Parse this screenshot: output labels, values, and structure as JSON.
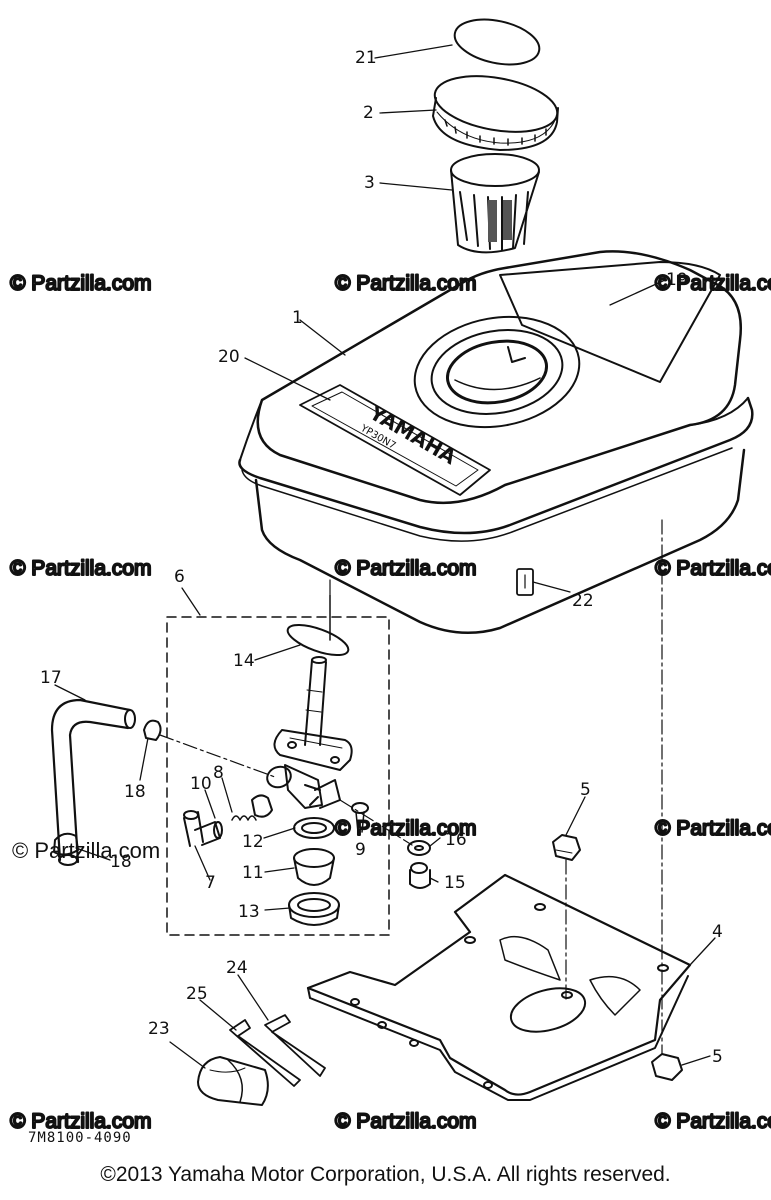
{
  "watermark": "© Partzilla.com",
  "diagram_code": "7M8100-4090",
  "copyright": "©2013 Yamaha Motor Corporation, U.S.A. All rights reserved.",
  "decal_text": {
    "brand": "YAMAHA",
    "model": "YP30N7"
  },
  "callouts": [
    {
      "id": "c21",
      "label": "21"
    },
    {
      "id": "c2",
      "label": "2"
    },
    {
      "id": "c3",
      "label": "3"
    },
    {
      "id": "c19",
      "label": "19"
    },
    {
      "id": "c1",
      "label": "1"
    },
    {
      "id": "c20",
      "label": "20"
    },
    {
      "id": "c6",
      "label": "6"
    },
    {
      "id": "c22",
      "label": "22"
    },
    {
      "id": "c14",
      "label": "14"
    },
    {
      "id": "c17",
      "label": "17"
    },
    {
      "id": "c18a",
      "label": "18"
    },
    {
      "id": "c8",
      "label": "8"
    },
    {
      "id": "c10",
      "label": "10"
    },
    {
      "id": "c5a",
      "label": "5"
    },
    {
      "id": "c9",
      "label": "9"
    },
    {
      "id": "c16",
      "label": "16"
    },
    {
      "id": "c12",
      "label": "12"
    },
    {
      "id": "c18b",
      "label": "18"
    },
    {
      "id": "c7",
      "label": "7"
    },
    {
      "id": "c11",
      "label": "11"
    },
    {
      "id": "c15",
      "label": "15"
    },
    {
      "id": "c13",
      "label": "13"
    },
    {
      "id": "c4",
      "label": "4"
    },
    {
      "id": "c24",
      "label": "24"
    },
    {
      "id": "c25",
      "label": "25"
    },
    {
      "id": "c23",
      "label": "23"
    },
    {
      "id": "c5b",
      "label": "5"
    }
  ]
}
